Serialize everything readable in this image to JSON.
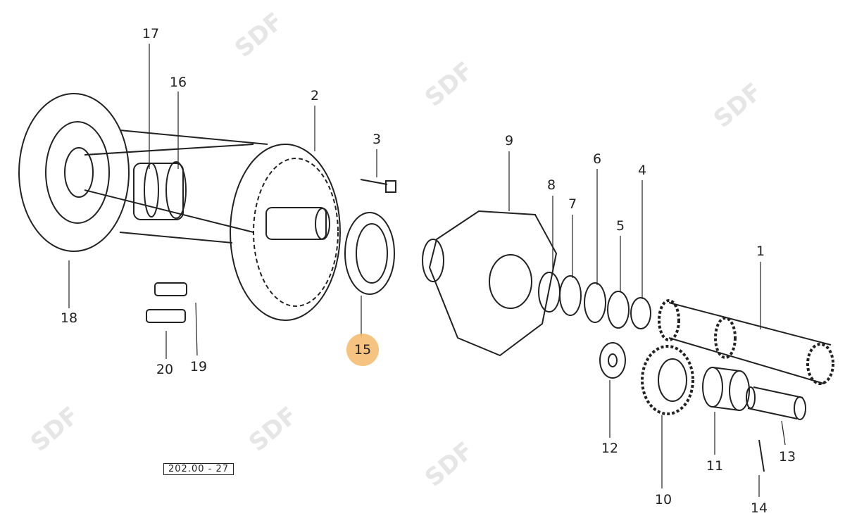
{
  "diagram": {
    "code": "202.00 - 27",
    "watermark": "SDF",
    "highlight_color": "#f5b86a",
    "highlighted_part": "15",
    "parts": [
      {
        "id": "p1",
        "label": "1"
      },
      {
        "id": "p2",
        "label": "2"
      },
      {
        "id": "p3",
        "label": "3"
      },
      {
        "id": "p4",
        "label": "4"
      },
      {
        "id": "p5",
        "label": "5"
      },
      {
        "id": "p6",
        "label": "6"
      },
      {
        "id": "p7",
        "label": "7"
      },
      {
        "id": "p8",
        "label": "8"
      },
      {
        "id": "p9",
        "label": "9"
      },
      {
        "id": "p10",
        "label": "10"
      },
      {
        "id": "p11",
        "label": "11"
      },
      {
        "id": "p12",
        "label": "12"
      },
      {
        "id": "p13",
        "label": "13"
      },
      {
        "id": "p14",
        "label": "14"
      },
      {
        "id": "p15",
        "label": "15"
      },
      {
        "id": "p16",
        "label": "16"
      },
      {
        "id": "p17",
        "label": "17"
      },
      {
        "id": "p18",
        "label": "18"
      },
      {
        "id": "p19",
        "label": "19"
      },
      {
        "id": "p20",
        "label": "20"
      }
    ]
  }
}
